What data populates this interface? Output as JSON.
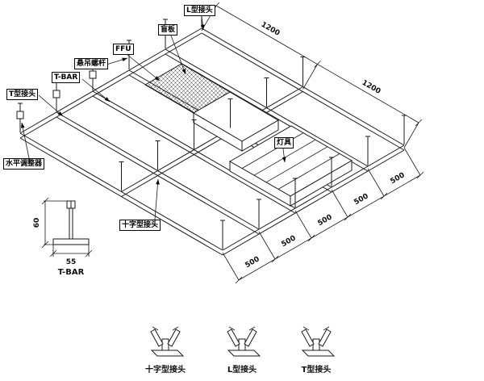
{
  "diagram": {
    "callouts": {
      "l_joint": "L型接头",
      "blind_panel": "盲板",
      "ffu": "FFU",
      "hanger_rod": "悬吊螺杆",
      "t_bar": "T-BAR",
      "t_joint": "T型接头",
      "level_adjuster": "水平调整器",
      "light": "灯具",
      "cross_joint": "十字型接头"
    },
    "dims": {
      "top_chain": [
        "1200",
        "1200"
      ],
      "bottom_chain": [
        "500",
        "500",
        "500",
        "500",
        "500"
      ],
      "detail": {
        "height": "60",
        "width": "55",
        "label": "T-BAR"
      }
    },
    "legend": [
      {
        "label": "十字型接头"
      },
      {
        "label": "L型接头"
      },
      {
        "label": "T型接头"
      }
    ]
  }
}
